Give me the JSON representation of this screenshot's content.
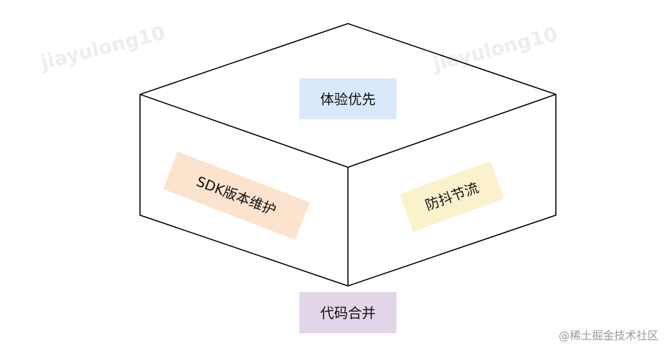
{
  "watermarks": [
    "jiayulong10",
    "jiayulong10"
  ],
  "faces": {
    "top": {
      "label": "体验优先",
      "color": "#dae8fc"
    },
    "left": {
      "label": "SDK版本维护",
      "color": "#fbe3cd"
    },
    "right": {
      "label": "防抖节流",
      "color": "#fbf2cd"
    },
    "bottom": {
      "label": "代码合并",
      "color": "#e1d5e7"
    }
  },
  "credit": "@稀土掘金技术社区"
}
